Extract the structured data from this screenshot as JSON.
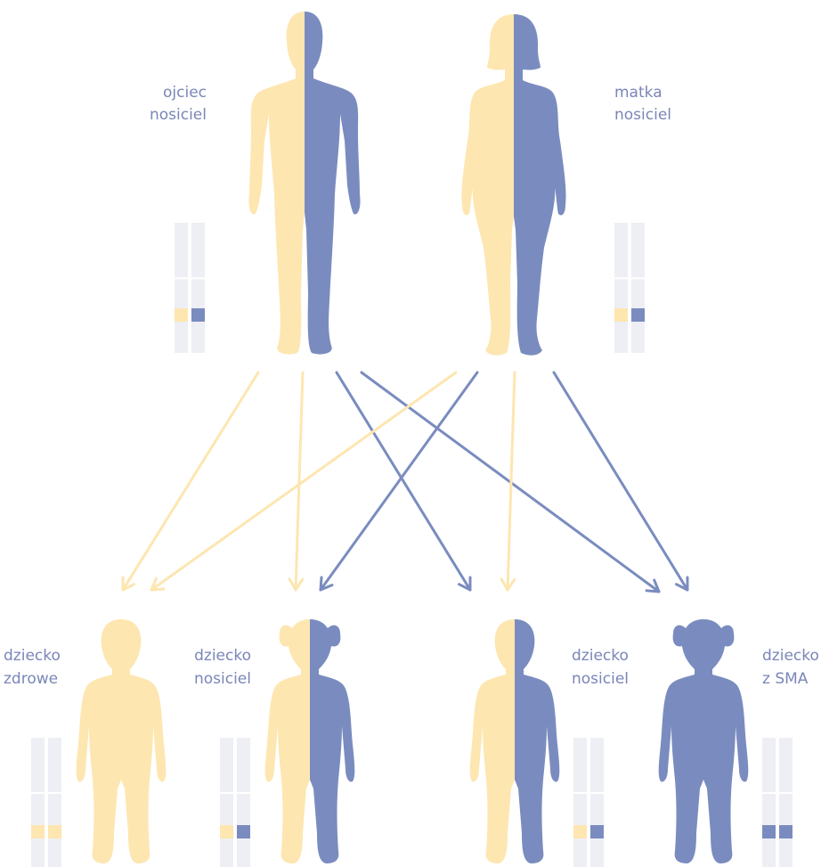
{
  "colors": {
    "healthy": "#fde6b0",
    "mutant": "#7a8cbf",
    "chromosome": "#eeeff5",
    "label": "#7a86b8"
  },
  "parents": {
    "father": {
      "line1": "ojciec",
      "line2": "nosiciel",
      "genotype": [
        "healthy",
        "mutant"
      ]
    },
    "mother": {
      "line1": "matka",
      "line2": "nosiciel",
      "genotype": [
        "healthy",
        "mutant"
      ]
    }
  },
  "children": [
    {
      "line1": "dziecko",
      "line2": "zdrowe",
      "genotype": [
        "healthy",
        "healthy"
      ]
    },
    {
      "line1": "dziecko",
      "line2": "nosiciel",
      "genotype": [
        "healthy",
        "mutant"
      ]
    },
    {
      "line1": "dziecko",
      "line2": "nosiciel",
      "genotype": [
        "healthy",
        "mutant"
      ]
    },
    {
      "line1": "dziecko",
      "line2": "z SMA",
      "genotype": [
        "mutant",
        "mutant"
      ]
    }
  ]
}
